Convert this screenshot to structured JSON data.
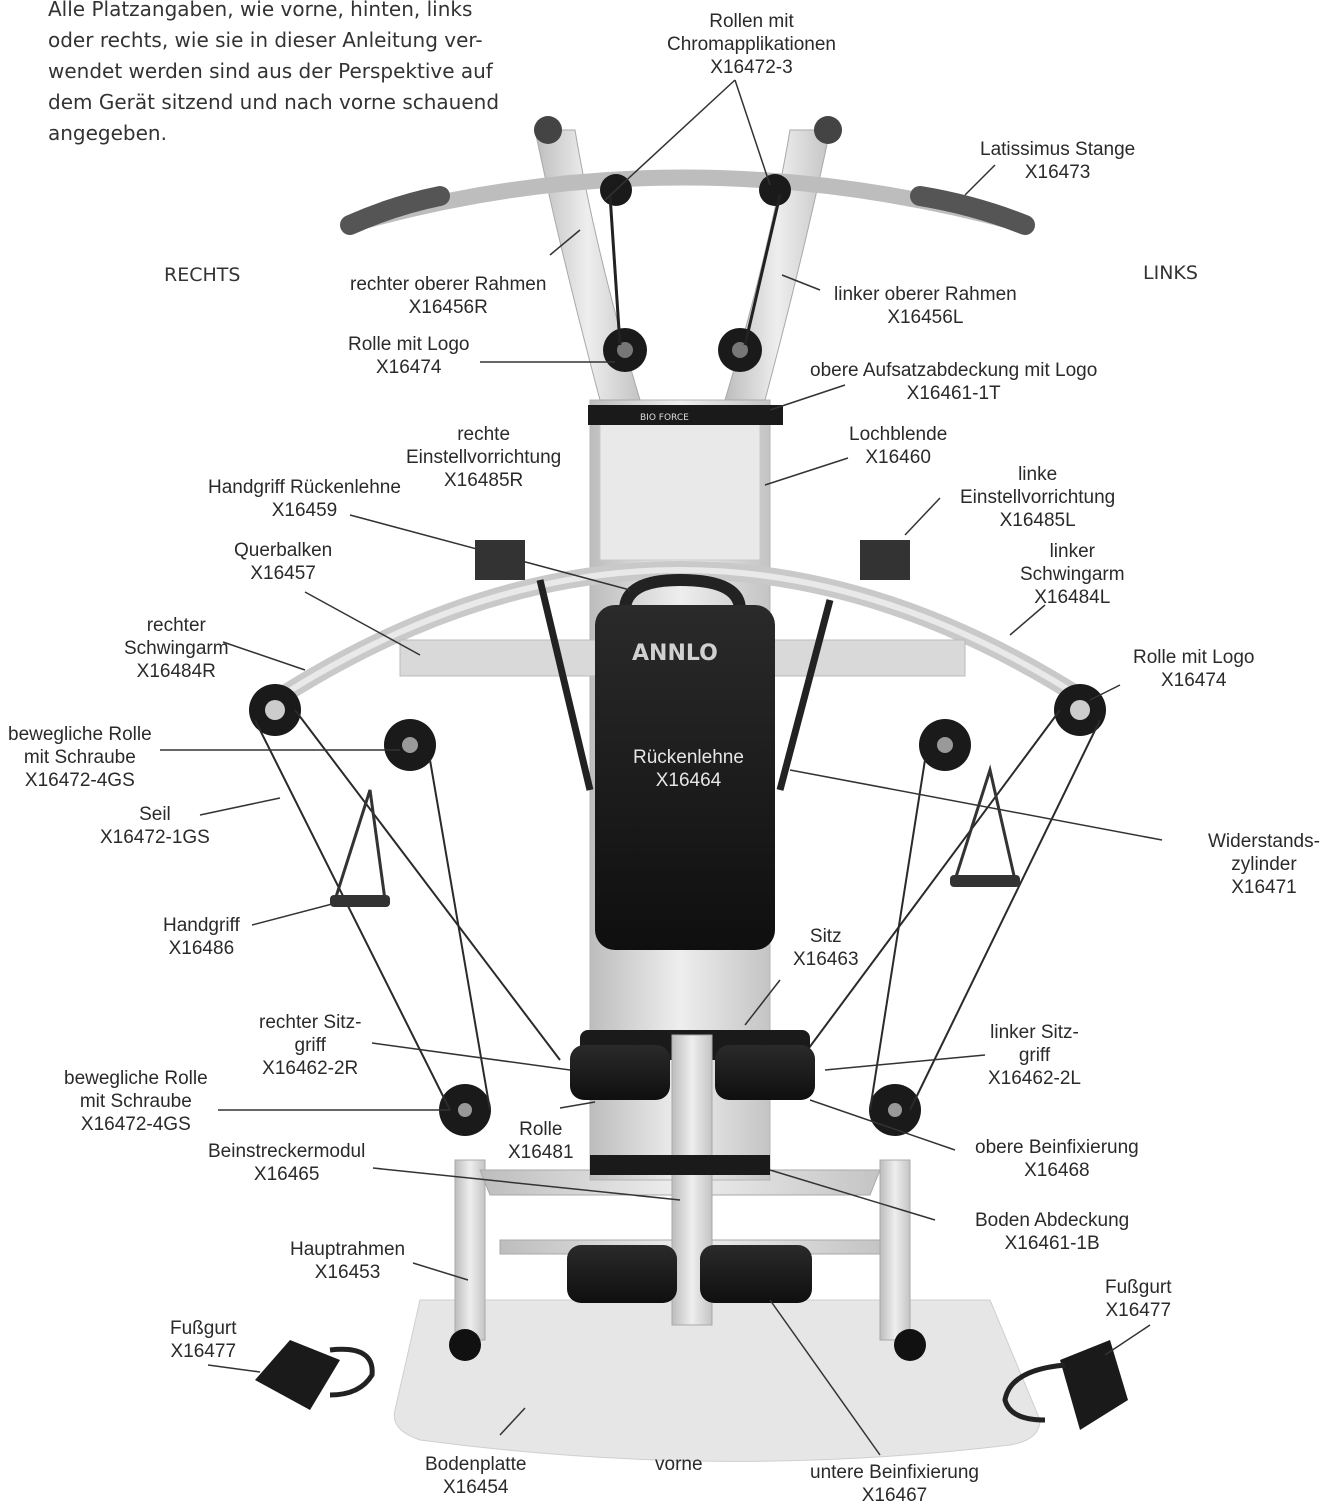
{
  "intro_lines": [
    "Alle Platzangaben, wie vorne, hinten, links",
    "oder rechts, wie sie in dieser Anleitung ver-",
    "wendet werden sind aus der Perspektive auf",
    "dem Gerät sitzend und nach vorne schauend",
    "angegeben."
  ],
  "side_labels": {
    "right": "RECHTS",
    "left": "LINKS"
  },
  "brand": {
    "logo": "ANNLO",
    "sub": "BIO FORCE"
  },
  "colors": {
    "frame": "#cfcfcf",
    "dark": "#1c1c1c",
    "line": "#333333"
  },
  "parts": [
    {
      "name": "Rollen mit Chromapplikationen",
      "lines": [
        "Rollen mit",
        "Chromapplikationen",
        "X16472-3"
      ]
    },
    {
      "name": "Latissimus Stange",
      "lines": [
        "Latissimus Stange",
        "X16473"
      ]
    },
    {
      "name": "rechter oberer Rahmen",
      "lines": [
        "rechter oberer Rahmen",
        "X16456R"
      ]
    },
    {
      "name": "linker oberer Rahmen",
      "lines": [
        "linker oberer Rahmen",
        "X16456L"
      ]
    },
    {
      "name": "Rolle mit Logo",
      "lines": [
        "Rolle mit Logo",
        "X16474"
      ]
    },
    {
      "name": "obere Aufsatzabdeckung mit Logo",
      "lines": [
        "obere Aufsatzabdeckung mit Logo",
        "X16461-1T"
      ]
    },
    {
      "name": "rechte Einstellvorrichtung",
      "lines": [
        "rechte",
        "Einstellvorrichtung",
        "X16485R"
      ]
    },
    {
      "name": "Lochblende",
      "lines": [
        "Lochblende",
        "X16460"
      ]
    },
    {
      "name": "Handgriff Rückenlehne",
      "lines": [
        "Handgriff Rückenlehne",
        "X16459"
      ]
    },
    {
      "name": "linke Einstellvorrichtung",
      "lines": [
        "linke",
        "Einstellvorrichtung",
        "X16485L"
      ]
    },
    {
      "name": "Querbalken",
      "lines": [
        "Querbalken",
        "X16457"
      ]
    },
    {
      "name": "linker Schwingarm",
      "lines": [
        "linker",
        "Schwingarm",
        "X16484L"
      ]
    },
    {
      "name": "rechter Schwingarm",
      "lines": [
        "rechter",
        "Schwingarm",
        "X16484R"
      ]
    },
    {
      "name": "Rolle mit Logo links",
      "lines": [
        "Rolle mit Logo",
        "X16474"
      ]
    },
    {
      "name": "bewegliche Rolle mit Schraube oben",
      "lines": [
        "bewegliche Rolle",
        "mit Schraube",
        "X16472-4GS"
      ]
    },
    {
      "name": "Rückenlehne",
      "lines": [
        "Rückenlehne",
        "X16464"
      ]
    },
    {
      "name": "Seil",
      "lines": [
        "Seil",
        "X16472-1GS"
      ]
    },
    {
      "name": "Widerstandszylinder",
      "lines": [
        "Widerstands-",
        "zylinder",
        "X16471"
      ]
    },
    {
      "name": "Handgriff",
      "lines": [
        "Handgriff",
        "X16486"
      ]
    },
    {
      "name": "Sitz",
      "lines": [
        "Sitz",
        "X16463"
      ]
    },
    {
      "name": "rechter Sitzgriff",
      "lines": [
        "rechter Sitz-",
        "griff",
        "X16462-2R"
      ]
    },
    {
      "name": "linker Sitzgriff",
      "lines": [
        "linker Sitz-",
        "griff",
        "X16462-2L"
      ]
    },
    {
      "name": "bewegliche Rolle mit Schraube unten",
      "lines": [
        "bewegliche Rolle",
        "mit Schraube",
        "X16472-4GS"
      ]
    },
    {
      "name": "Rolle",
      "lines": [
        "Rolle",
        "X16481"
      ]
    },
    {
      "name": "obere Beinfixierung",
      "lines": [
        "obere Beinfixierung",
        "X16468"
      ]
    },
    {
      "name": "Beinstreckermodul",
      "lines": [
        "Beinstreckermodul",
        "X16465"
      ]
    },
    {
      "name": "Boden Abdeckung",
      "lines": [
        "Boden Abdeckung",
        "X16461-1B"
      ]
    },
    {
      "name": "Hauptrahmen",
      "lines": [
        "Hauptrahmen",
        "X16453"
      ]
    },
    {
      "name": "Fußgurt rechts",
      "lines": [
        "Fußgurt",
        "X16477"
      ]
    },
    {
      "name": "Fußgurt links",
      "lines": [
        "Fußgurt",
        "X16477"
      ]
    },
    {
      "name": "Bodenplatte",
      "lines": [
        "Bodenplatte",
        "X16454"
      ]
    },
    {
      "name": "vorne",
      "lines": [
        "vorne"
      ]
    },
    {
      "name": "untere Beinfixierung",
      "lines": [
        "untere Beinfixierung",
        "X16467"
      ]
    }
  ]
}
